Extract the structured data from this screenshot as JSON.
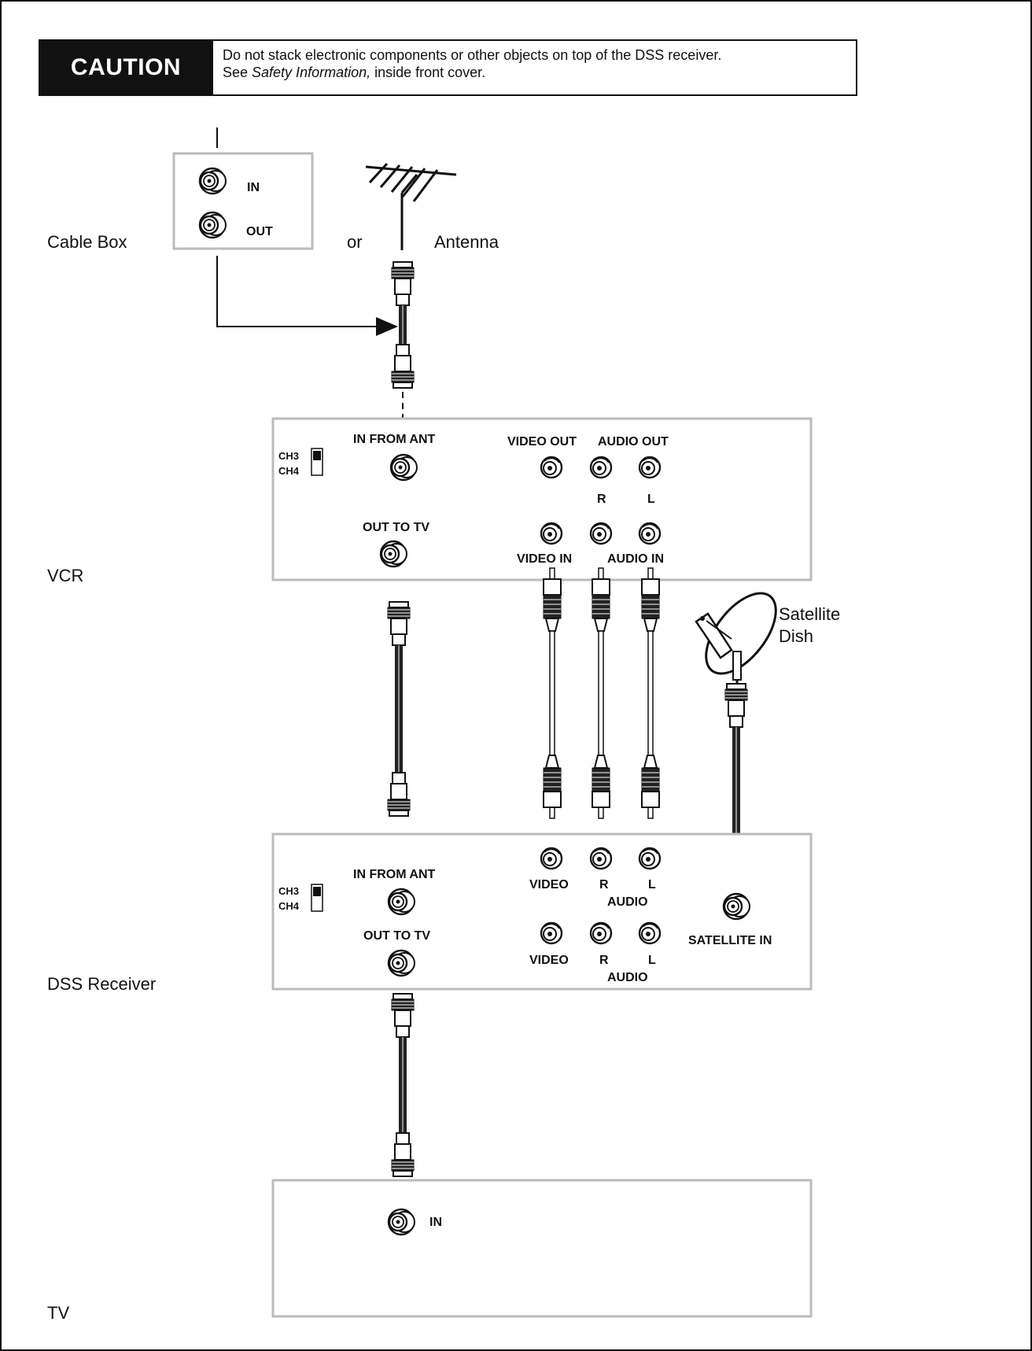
{
  "caution": {
    "tag": "CAUTION",
    "line1": "Do not stack electronic components or other objects on top of  the DSS receiver.",
    "line2_prefix": "See ",
    "line2_em": "Safety Information,",
    "line2_suffix": " inside front cover."
  },
  "devices": {
    "cable_box": "Cable Box",
    "or": "or",
    "antenna": "Antenna",
    "vcr": "VCR",
    "satellite_dish": [
      "Satellite",
      "Dish"
    ],
    "dss_receiver": "DSS Receiver",
    "tv": "TV"
  },
  "cable_box_ports": {
    "in": "IN",
    "out": "OUT"
  },
  "vcr_panel": {
    "ch3": "CH3",
    "ch4": "CH4",
    "in_from_ant": "IN FROM ANT",
    "out_to_tv": "OUT TO TV",
    "video_out": "VIDEO OUT",
    "audio_out": "AUDIO OUT",
    "r": "R",
    "l": "L",
    "video_in": "VIDEO IN",
    "audio_in": "AUDIO IN"
  },
  "dss_panel": {
    "ch3": "CH3",
    "ch4": "CH4",
    "in_from_ant": "IN FROM ANT",
    "out_to_tv": "OUT TO TV",
    "video": "VIDEO",
    "r": "R",
    "l": "L",
    "audio": "AUDIO",
    "satellite_in": "SATELLITE IN"
  },
  "tv_panel": {
    "in": "IN"
  }
}
